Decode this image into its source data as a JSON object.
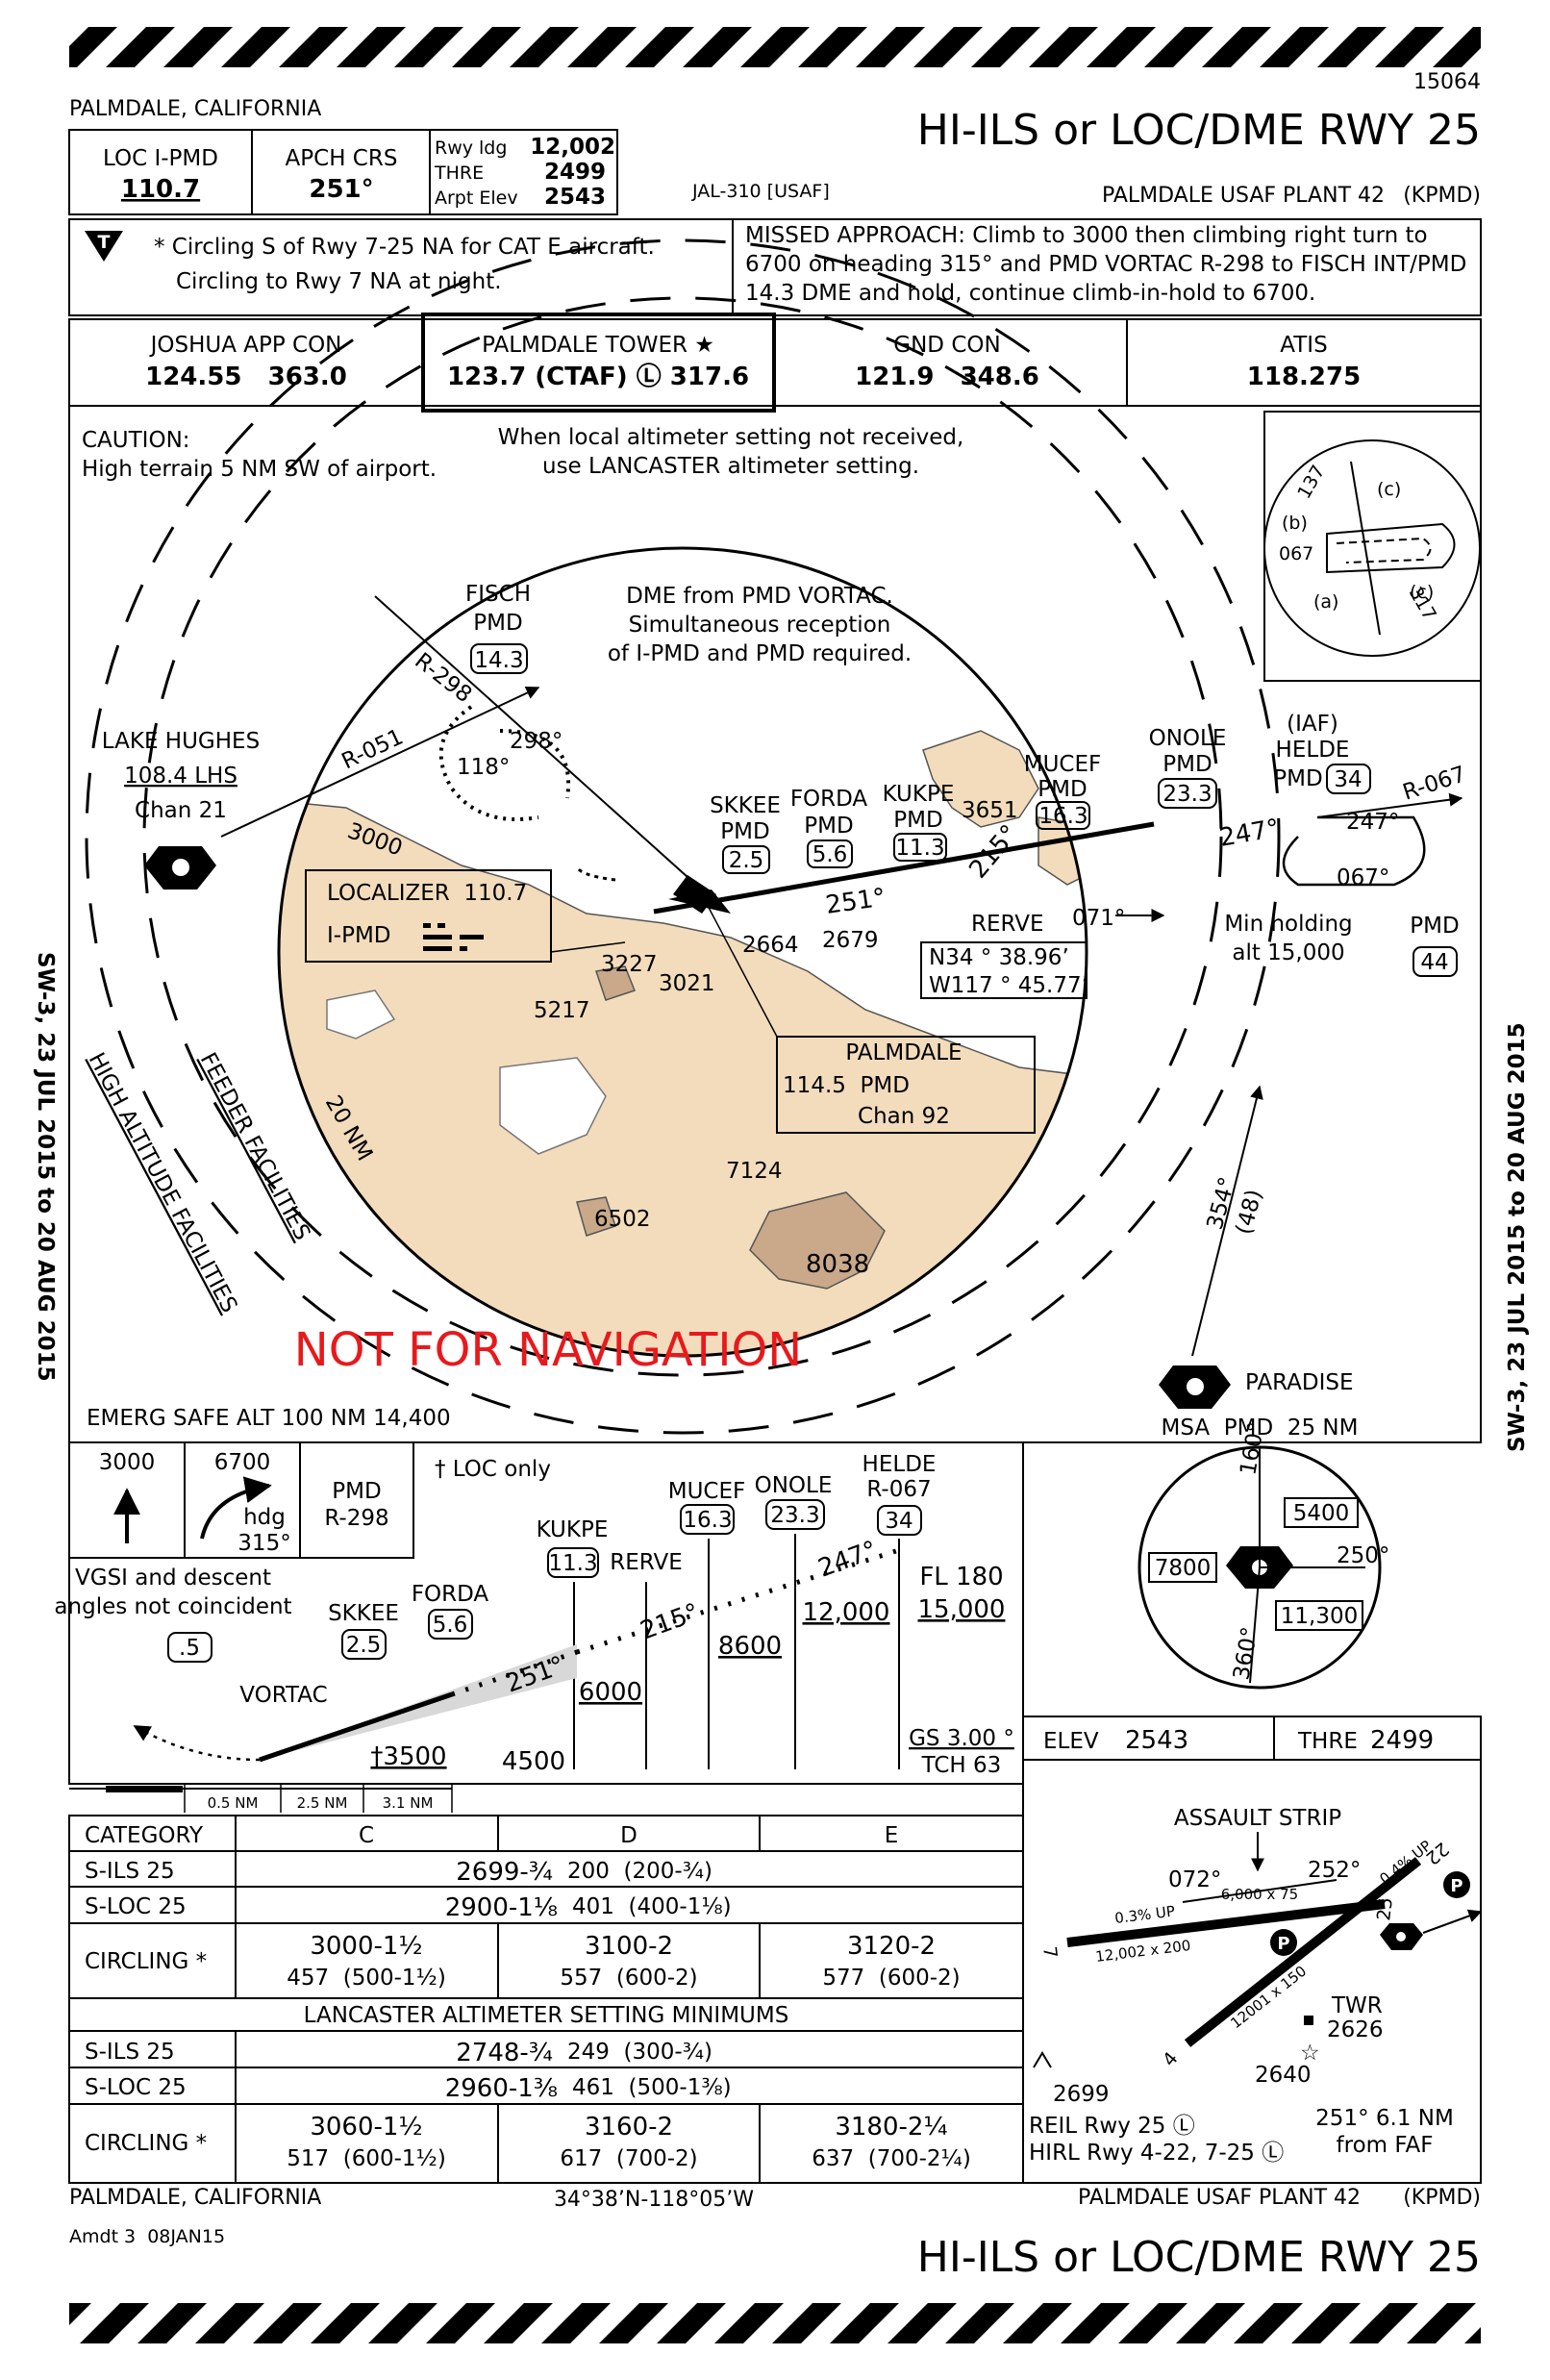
{
  "chart_number": "15064",
  "header": {
    "city": "PALMDALE, CALIFORNIA",
    "title": "HI-ILS or LOC/DME RWY 25",
    "airport": "PALMDALE USAF PLANT 42",
    "airport_id": "(KPMD)",
    "jal": "JAL-310 [USAF]"
  },
  "briefing": {
    "loc_label": "LOC I-PMD",
    "loc_freq": "110.7",
    "apch_crs_label": "APCH CRS",
    "apch_crs": "251°",
    "rwy_ldg_label": "Rwy ldg",
    "rwy_ldg": "12,002",
    "thre_label": "THRE",
    "thre": "2499",
    "arpt_elev_label": "Arpt Elev",
    "arpt_elev": "2543",
    "notes_1": "* Circling S of Rwy 7-25 NA for CAT E aircraft.",
    "notes_2": "Circling to Rwy 7 NA at night.",
    "missed_1": "MISSED APPROACH: Climb to 3000 then climbing right turn to",
    "missed_2": "6700 on heading 315° and PMD VORTAC R-298 to FISCH INT/PMD",
    "missed_3": "14.3 DME and hold, continue climb-in-hold to 6700."
  },
  "comms": [
    {
      "name": "JOSHUA APP CON",
      "freqs": "124.55   363.0"
    },
    {
      "name": "PALMDALE TOWER ★",
      "freqs": "123.7 (CTAF) Ⓛ 317.6"
    },
    {
      "name": "GND CON",
      "freqs": "121.9   348.6"
    },
    {
      "name": "ATIS",
      "freqs": "118.275"
    }
  ],
  "planview": {
    "caution_1": "CAUTION:",
    "caution_2": "High terrain 5 NM SW of airport.",
    "altimeter_1": "When local altimeter setting not received,",
    "altimeter_2": "use LANCASTER altimeter setting.",
    "dme_1": "DME from PMD VORTAC.",
    "dme_2": "Simultaneous reception",
    "dme_3": "of I-PMD and PMD required.",
    "fisch": "FISCH",
    "fisch_pmd": "PMD",
    "fisch_dme": "14.3",
    "lake_hughes": "LAKE HUGHES",
    "lake_hughes_freq": "108.4 LHS",
    "lake_hughes_chan": "Chan 21",
    "r298": "R-298",
    "r051": "R-051",
    "hold_118": "118°",
    "hold_298": "298°",
    "localizer_1": "LOCALIZER  110.7",
    "localizer_2": "I-PMD",
    "skkee": "SKKEE",
    "skkee_pmd": "PMD",
    "skkee_dme": "2.5",
    "forda": "FORDA",
    "forda_pmd": "PMD",
    "forda_dme": "5.6",
    "kukpe": "KUKPE",
    "kukpe_pmd": "PMD",
    "kukpe_dme": "11.3",
    "mucef": "MUCEF",
    "mucef_pmd": "PMD",
    "mucef_dme": "16.3",
    "onole": "ONOLE",
    "onole_pmd": "PMD",
    "onole_dme": "23.3",
    "helde_iaf": "(IAF)",
    "helde": "HELDE",
    "helde_pmd": "PMD",
    "helde_dme": "34",
    "r067": "R-067",
    "crs_247": "247°",
    "crs_247b": "247°",
    "crs_067": "067°",
    "crs_251": "251°",
    "crs_215": "215°",
    "crs_071": "071°",
    "rerve": "RERVE",
    "rerve_lat": "N34 ° 38.96’",
    "rerve_lon": "W117 ° 45.77’",
    "min_holding_1": "Min holding",
    "min_holding_2": "alt 15,000",
    "pmd": "PMD",
    "pmd_44": "44",
    "palmdale": "PALMDALE",
    "palmdale_freq": "114.5  PMD",
    "palmdale_chan": "Chan 92",
    "elev_2664": "2664",
    "elev_2679": "2679",
    "elev_3651": "3651",
    "elev_3227": "3227",
    "elev_3021": "3021",
    "elev_5217": "5217",
    "elev_7124": "7124",
    "elev_6502": "6502",
    "elev_8038": "8038",
    "contour_3000": "3000",
    "ring_20nm": "20 NM",
    "feeder": "FEEDER FACILITIES",
    "high_alt": "HIGH ALTITUDE FACILITIES",
    "crs_354": "354°",
    "dist_48": "(48)",
    "paradise": "PARADISE",
    "not_for_nav": "NOT FOR NAVIGATION",
    "emerg": "EMERG SAFE ALT 100 NM 14,400"
  },
  "inset": {
    "r137": "137",
    "r067": "067",
    "r317": "317",
    "a": "(a)",
    "b": "(b)",
    "c1": "(c)",
    "c2": "(c)"
  },
  "side_text": "SW-3, 23 JUL 2015 to 20 AUG 2015",
  "msa": {
    "label": "MSA  PMD  25 NM",
    "crs_160": "160°",
    "crs_250": "250°",
    "crs_360": "360°",
    "sector_5400": "5400",
    "sector_7800": "7800",
    "sector_11300": "11,300"
  },
  "profile": {
    "climb_3000": "3000",
    "climb_6700": "6700",
    "hdg": "hdg",
    "hdg_val": "315°",
    "pmd": "PMD",
    "pmd_r298": "R-298",
    "loc_only": "† LOC only",
    "vgsi_1": "VGSI and descent",
    "vgsi_2": "angles not coincident",
    "dme_5": ".5",
    "vortac": "VORTAC",
    "skkee": "SKKEE",
    "skkee_dme": "2.5",
    "forda": "FORDA",
    "forda_dme": "5.6",
    "kukpe": "KUKPE",
    "kukpe_dme": "11.3",
    "rerve": "RERVE",
    "mucef": "MUCEF",
    "mucef_dme": "16.3",
    "onole": "ONOLE",
    "onole_dme": "23.3",
    "helde": "HELDE",
    "helde_r067": "R-067",
    "helde_dme": "34",
    "fl180": "FL 180",
    "alt_15000": "15,000",
    "alt_12000": "12,000",
    "alt_8600": "8600",
    "alt_6000": "6000",
    "alt_4500": "4500",
    "alt_3500": "†3500",
    "crs_251": "251°",
    "crs_215": "215°",
    "crs_247": "247°",
    "gs": "GS 3.00 °",
    "tch": "TCH 63",
    "seg_1": "0.5 NM",
    "seg_2": "2.5 NM",
    "seg_3": "3.1 NM"
  },
  "minimums": {
    "headers": [
      "CATEGORY",
      "C",
      "D",
      "E"
    ],
    "sils": {
      "label": "S-ILS 25",
      "min": "2699-¾",
      "haa": "200  (200-¾)"
    },
    "sloc": {
      "label": "S-LOC 25",
      "min": "2900-1⅛",
      "haa": "401  (400-1⅛)"
    },
    "circ": {
      "label": "CIRCLING *",
      "c": "3000-1½",
      "c2": "457  (500-1½)",
      "d": "3100-2",
      "d2": "557  (600-2)",
      "e": "3120-2",
      "e2": "577  (600-2)"
    },
    "lancaster": "LANCASTER ALTIMETER SETTING MINIMUMS",
    "l_sils": {
      "label": "S-ILS 25",
      "min": "2748-¾",
      "haa": "249  (300-¾)"
    },
    "l_sloc": {
      "label": "S-LOC 25",
      "min": "2960-1⅜",
      "haa": "461  (500-1⅜)"
    },
    "l_circ": {
      "label": "CIRCLING *",
      "c": "3060-1½",
      "c2": "517  (600-1½)",
      "d": "3160-2",
      "d2": "617  (700-2)",
      "e": "3180-2¼",
      "e2": "637  (700-2¼)"
    }
  },
  "airport": {
    "elev_label": "ELEV",
    "elev": "2543",
    "thre_label": "THRE",
    "thre": "2499",
    "assault": "ASSAULT STRIP",
    "hdg_072": "072°",
    "hdg_252": "252°",
    "strip_dims": "6,000 x 75",
    "rwy_up1": "0.3% UP",
    "rwy_up2": "0.4% UP",
    "rwy_dims": "12,002 x 200",
    "rwy2_dims": "12001 x 150",
    "rwy_25": "25",
    "rwy_22": "22",
    "rwy_7": "7",
    "rwy_4": "4",
    "twr": "TWR",
    "twr_elev": "2626",
    "elev_2640": "2640",
    "elev_2699": "2699",
    "reil": "REIL Rwy 25 Ⓛ",
    "hirl": "HIRL Rwy 4-22, 7-25 Ⓛ",
    "faf_1": "251° 6.1 NM",
    "faf_2": "from FAF"
  },
  "footer": {
    "city": "PALMDALE, CALIFORNIA",
    "latlon": "34°38’N-118°05’W",
    "airport": "PALMDALE USAF PLANT 42",
    "airport_id": "(KPMD)",
    "amdt": "Amdt 3  08JAN15",
    "title": "HI-ILS or LOC/DME RWY 25"
  },
  "colors": {
    "terrain_low": "#f2dcbc",
    "terrain_high": "#c9a98a",
    "warning_text": "#e8191c"
  }
}
